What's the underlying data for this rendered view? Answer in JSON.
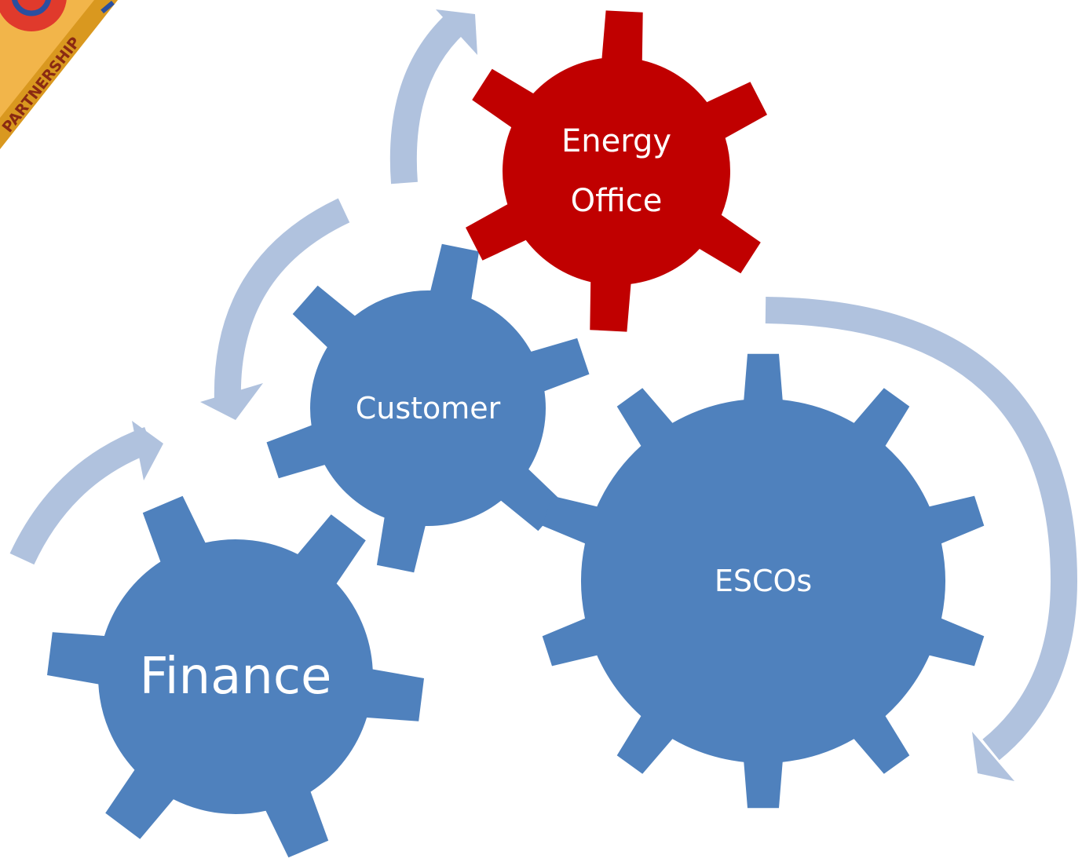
{
  "gears": [
    {
      "id": "finance",
      "label": "Finance",
      "color": "#4f81bd"
    },
    {
      "id": "customer",
      "label": "Customer",
      "color": "#4f81bd"
    },
    {
      "id": "energy",
      "label_lines": [
        "Energy",
        "Office"
      ],
      "color": "#c00000"
    },
    {
      "id": "escos",
      "label": "ESCOs",
      "color": "#4f81bd"
    }
  ],
  "arrow_color": "#b0c2de",
  "logo": {
    "text": "PARTNERSHIP",
    "colors": [
      "#f2a93b",
      "#e03a2c",
      "#2a4fa0"
    ]
  }
}
